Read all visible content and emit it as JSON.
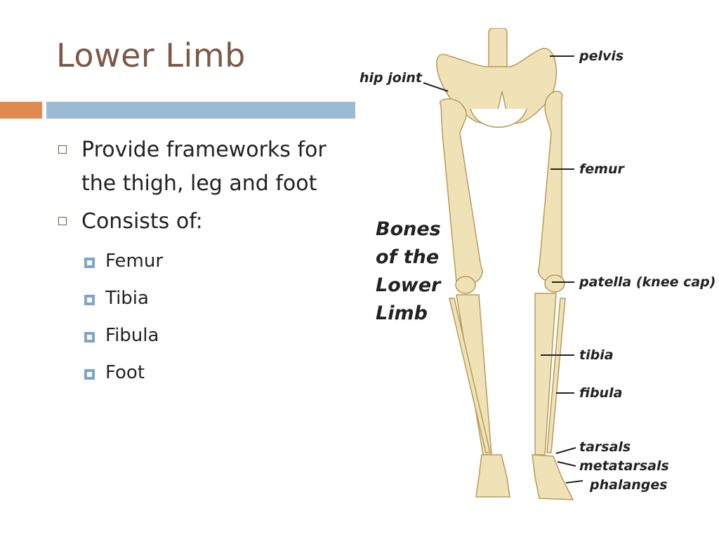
{
  "slide": {
    "title": "Lower Limb",
    "bullets": [
      {
        "text": "Provide frameworks for the thigh, leg and foot"
      },
      {
        "text": "Consists of:",
        "sub": [
          "Femur",
          "Tibia",
          "Fibula",
          "Foot"
        ]
      }
    ]
  },
  "figure": {
    "caption_lines": [
      "Bones",
      "of the",
      "Lower",
      "Limb"
    ],
    "labels": {
      "hip_joint": "hip joint",
      "pelvis": "pelvis",
      "femur": "femur",
      "patella": "patella (knee cap)",
      "tibia": "tibia",
      "fibula": "fibula",
      "tarsals": "tarsals",
      "metatarsals": "metatarsals",
      "phalanges": "phalanges"
    },
    "colors": {
      "bone": "#efe2b7",
      "bone_shade": "#d9c488",
      "outline": "#b89a5a"
    }
  },
  "theme": {
    "title_color": "#7a5a47",
    "accent": "#df8b4f",
    "bar": "#9bbad6",
    "sub_bullet": "#7fa6c8"
  }
}
